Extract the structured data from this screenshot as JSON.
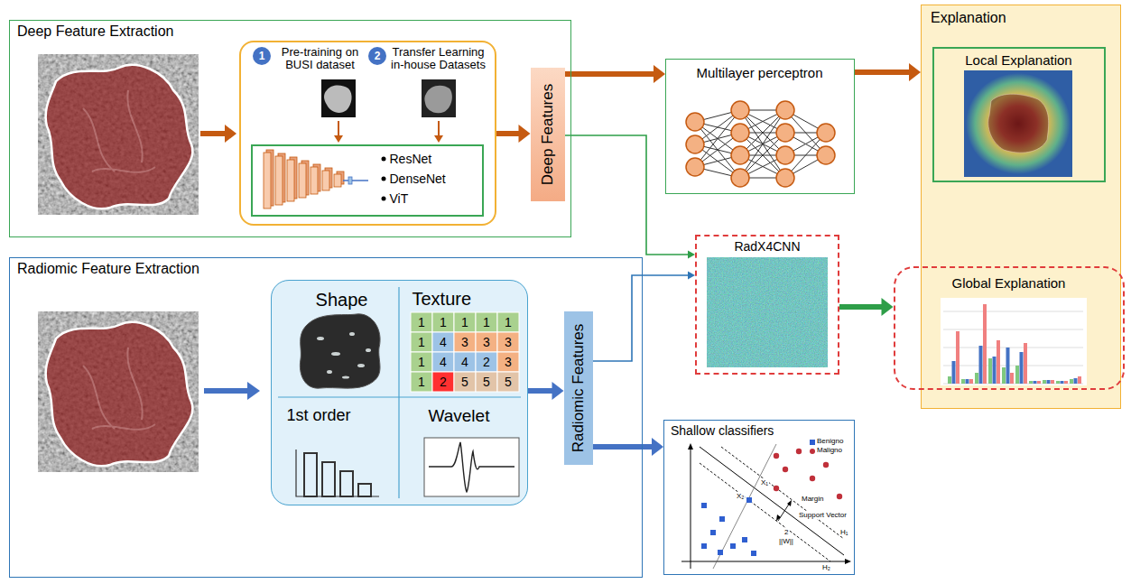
{
  "diagram": {
    "nodes": [
      {
        "text": [
          "Deep Feature Extraction"
        ]
      },
      {
        "text": [
          "Pre-training on BUSI dataset",
          "Transfer Learning in-house Datasets"
        ],
        "in": 0
      },
      {
        "text": [
          "ResNet",
          "DenseNet",
          "ViT"
        ],
        "in": 1
      },
      {
        "text": [
          "Deep Features"
        ],
        "in": 0
      },
      {
        "text": [
          "Multilayer perceptron"
        ]
      },
      {
        "text": [
          "Explanation"
        ]
      },
      {
        "text": [
          "Local Explanation"
        ],
        "in": 5
      },
      {
        "text": [
          "Global Explanation"
        ],
        "in": 5
      },
      {
        "text": [
          "RadX4CNN"
        ]
      },
      {
        "text": [
          "Radiomic Feature Extraction"
        ]
      },
      {
        "text": [
          "Shape",
          "Texture",
          "1st order",
          "Wavelet"
        ],
        "in": 9
      },
      {
        "text": [
          "Radiomic Features"
        ],
        "in": 9
      },
      {
        "text": [
          "Shallow classifiers"
        ]
      }
    ],
    "edges": [
      {
        "from": 1,
        "to": 3,
        "arrow": "to"
      },
      {
        "from": 3,
        "to": 4,
        "arrow": "to"
      },
      {
        "from": 4,
        "to": 5,
        "arrow": "to"
      },
      {
        "from": 3,
        "to": 8,
        "arrow": "to"
      },
      {
        "from": 11,
        "to": 8,
        "arrow": "to"
      },
      {
        "from": 8,
        "to": 7,
        "arrow": "to"
      },
      {
        "from": 10,
        "to": 11,
        "arrow": "to"
      },
      {
        "from": 11,
        "to": 12,
        "arrow": "to"
      }
    ],
    "labels": [
      "1",
      "2",
      "1",
      "1",
      "1",
      "1",
      "1",
      "1",
      "4",
      "3",
      "3",
      "3",
      "1",
      "4",
      "4",
      "2",
      "3",
      "1",
      "2",
      "5",
      "5",
      "5",
      "Margin",
      "Support Vector",
      "2",
      "||W||",
      "X₁",
      "X₂",
      "H₁",
      "H₂"
    ],
    "legend": [
      {
        "text": "Benigno",
        "color": "#2f5fd0"
      },
      {
        "text": "Maligno",
        "color": "#c0303a"
      }
    ]
  }
}
